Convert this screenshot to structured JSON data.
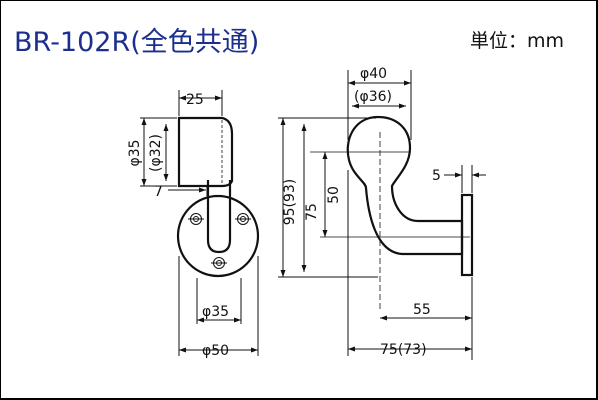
{
  "title": "BR-102R(全色共通)",
  "unit_label": "単位：mm",
  "front_view": {
    "width_label": "25",
    "height_label": "φ35",
    "height_sub_label": "(φ32)",
    "offset_label": "7",
    "stem_label": "φ35",
    "base_label": "φ50"
  },
  "side_view": {
    "width_label": "φ40",
    "width_sub_label": "(φ36)",
    "plate_label": "5",
    "total_height_label": "95(93)",
    "mid_height_label": "75",
    "inner_height_label": "50",
    "reach_label": "55",
    "total_depth_label": "75(73)"
  },
  "colors": {
    "title": "#1c2f8f",
    "line": "#111111",
    "background": "#ffffff"
  }
}
